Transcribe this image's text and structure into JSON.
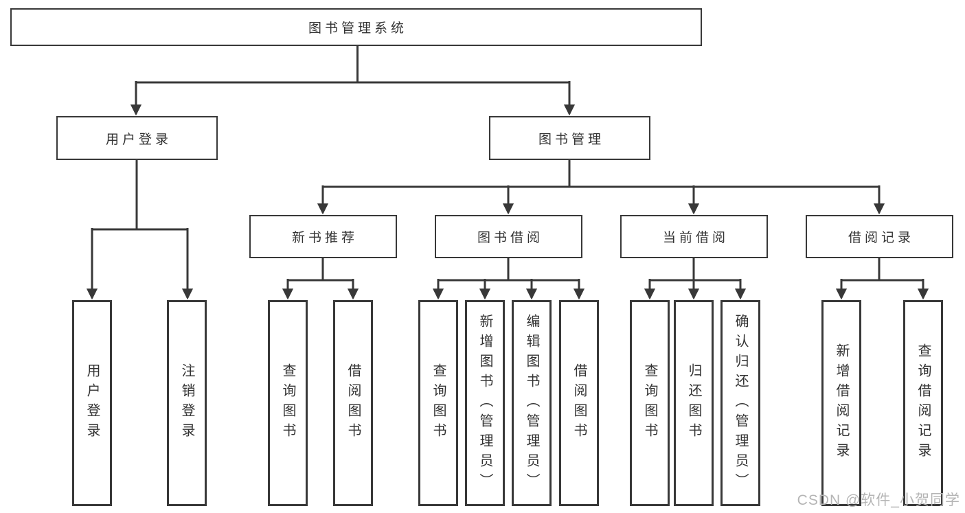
{
  "diagram": {
    "type": "tree",
    "tree": {
      "root": {
        "label": "图书管理系统"
      },
      "branches": [
        {
          "label": "用户登录",
          "leaves": [
            "用户登录",
            "注销登录"
          ]
        },
        {
          "label": "图书管理",
          "groups": [
            {
              "label": "新书推荐",
              "leaves": [
                "查询图书",
                "借阅图书"
              ]
            },
            {
              "label": "图书借阅",
              "leaves": [
                "查询图书",
                "新增图书（管理员）",
                "编辑图书（管理员）",
                "借阅图书"
              ]
            },
            {
              "label": "当前借阅",
              "leaves": [
                "查询图书",
                "归还图书",
                "确认归还（管理员）"
              ]
            },
            {
              "label": "借阅记录",
              "leaves": [
                "新增借阅记录",
                "查询借阅记录"
              ]
            }
          ]
        }
      ]
    },
    "colors": {
      "line": "#383838",
      "text": "#333333",
      "background": "#ffffff",
      "watermark": "#b5b5b5"
    }
  },
  "watermark": {
    "text": "CSDN @软件_小贺同学"
  }
}
